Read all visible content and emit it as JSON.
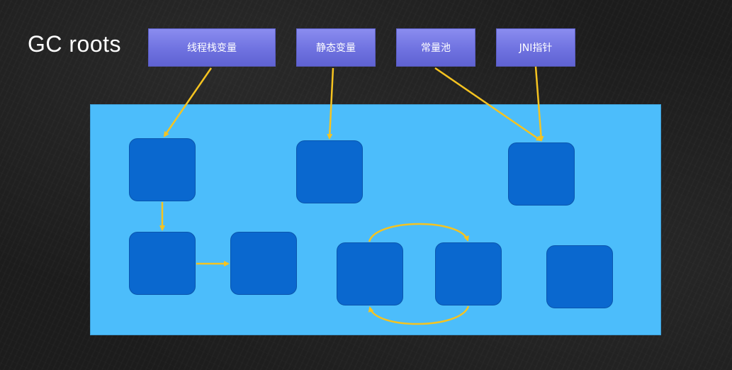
{
  "title": "GC roots",
  "roots": [
    {
      "label": "线程栈变量"
    },
    {
      "label": "静态变量"
    },
    {
      "label": "常量池"
    },
    {
      "label": "JNI指针"
    }
  ],
  "colors": {
    "background": "#1c1c1c",
    "root_box": "#7275e3",
    "heap": "#4cbdfb",
    "object": "#0a68cf",
    "arrow": "#f5c320",
    "title_text": "#ffffff"
  }
}
